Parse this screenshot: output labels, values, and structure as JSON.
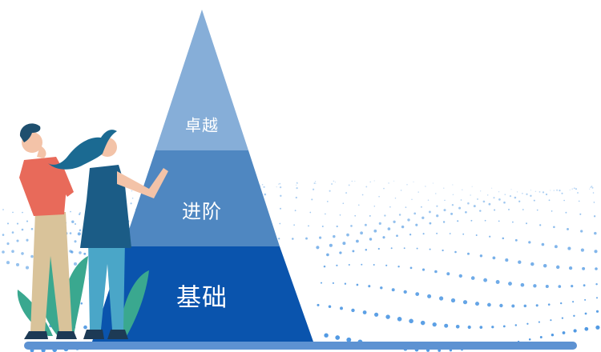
{
  "pyramid": {
    "tiers": [
      {
        "label": "卓越",
        "color": "#86aed8"
      },
      {
        "label": "进阶",
        "color": "#4f87c1"
      },
      {
        "label": "基础",
        "color": "#0a54ad"
      }
    ]
  },
  "colors": {
    "baseline": "#5d92d2",
    "dots": "#3f8fe0",
    "man_shirt": "#e86a5a",
    "man_pants": "#d9c39a",
    "woman_dress": "#1b5c86",
    "woman_hair": "#1b6a92",
    "woman_leggings": "#4aa6c8",
    "leaves": "#3aa88f",
    "skin": "#f3c3a8"
  },
  "illustration": {
    "people": [
      "man",
      "woman"
    ],
    "decoration": [
      "dot-wave",
      "leaves"
    ]
  }
}
